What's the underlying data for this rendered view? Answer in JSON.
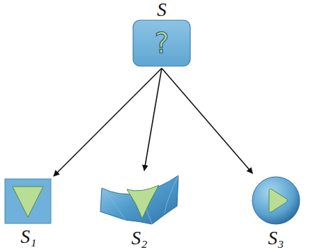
{
  "diagram": {
    "nodes": [
      {
        "text": [
          "S",
          "?"
        ]
      },
      {
        "text": [
          "S₁"
        ]
      },
      {
        "text": [
          "S₂"
        ]
      },
      {
        "text": [
          "S₃"
        ]
      }
    ],
    "edges": [
      {
        "from": 0,
        "to": 1,
        "arrow": "to"
      },
      {
        "from": 0,
        "to": 2,
        "arrow": "to"
      },
      {
        "from": 0,
        "to": 3,
        "arrow": "to"
      }
    ]
  }
}
